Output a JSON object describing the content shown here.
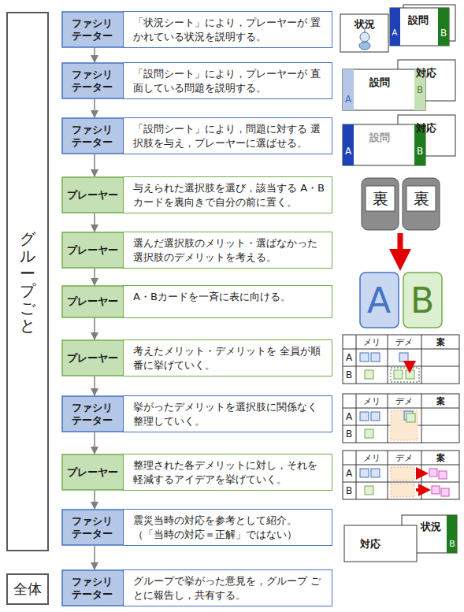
{
  "diagram": {
    "nodes": [
      {
        "text": [
          "グループごと"
        ]
      },
      {
        "text": [
          "ファシリ テーター",
          "「状況シート」により，プレーヤーが 置かれている状況を説明する。"
        ]
      },
      {
        "text": [
          "ファシリ テーター",
          "「設問シート」により，プレーヤーが 直面している問題を説明する。"
        ]
      },
      {
        "text": [
          "ファシリ テーター",
          "「設問シート」により，問題に対する 選択肢を与え，プレーヤーに選ばせる。"
        ]
      },
      {
        "text": [
          "プレーヤー",
          "与えられた選択肢を選び，該当する A・Bカードを裏向きで自分の前に置く。"
        ]
      },
      {
        "text": [
          "プレーヤー",
          "選んだ選択肢のメリット・選ばなかった 選択肢のデメリットを考える。"
        ]
      },
      {
        "text": [
          "プレーヤー",
          "A・Bカードを一斉に表に向ける。"
        ]
      },
      {
        "text": [
          "プレーヤー",
          "考えたメリット・デメリットを 全員が順番に挙げていく。"
        ]
      },
      {
        "text": [
          "ファシリ テーター",
          "挙がったデメリットを選択肢に関係なく 整理していく。"
        ]
      },
      {
        "text": [
          "プレーヤー",
          "整理された各デメリットに対し，それを 軽減するアイデアを挙げていく。"
        ]
      },
      {
        "text": [
          "ファシリ テーター",
          "震災当時の対応を参考として紹介。 （「当時の対応＝正解」ではない）"
        ]
      },
      {
        "text": [
          "全体"
        ]
      },
      {
        "text": [
          "ファシリ テーター",
          "グループで挙がった意見を，グループ ごとに報告し，共有する。"
        ]
      }
    ],
    "edges": [
      {
        "from": 1,
        "to": 2,
        "arrow": "to"
      },
      {
        "from": 2,
        "to": 3,
        "arrow": "to"
      },
      {
        "from": 3,
        "to": 4,
        "arrow": "to"
      },
      {
        "from": 4,
        "to": 5,
        "arrow": "to"
      },
      {
        "from": 5,
        "to": 6,
        "arrow": "to"
      },
      {
        "from": 6,
        "to": 7,
        "arrow": "to"
      },
      {
        "from": 7,
        "to": 8,
        "arrow": "to"
      },
      {
        "from": 8,
        "to": 9,
        "arrow": "to"
      },
      {
        "from": 9,
        "to": 10,
        "arrow": "to"
      },
      {
        "from": 10,
        "to": 12,
        "arrow": "to"
      }
    ],
    "labels": [
      "状況",
      "設問",
      "A",
      "B",
      "設問",
      "対応",
      "A",
      "B",
      "設問",
      "対応",
      "A",
      "B",
      "裏",
      "裏",
      "A",
      "B",
      "メリ",
      "デメ",
      "案",
      "A",
      "B",
      "メリ",
      "デメ",
      "案",
      "A",
      "B",
      "メリ",
      "デメ",
      "案",
      "A",
      "B",
      "対応",
      "状況",
      "B"
    ]
  }
}
